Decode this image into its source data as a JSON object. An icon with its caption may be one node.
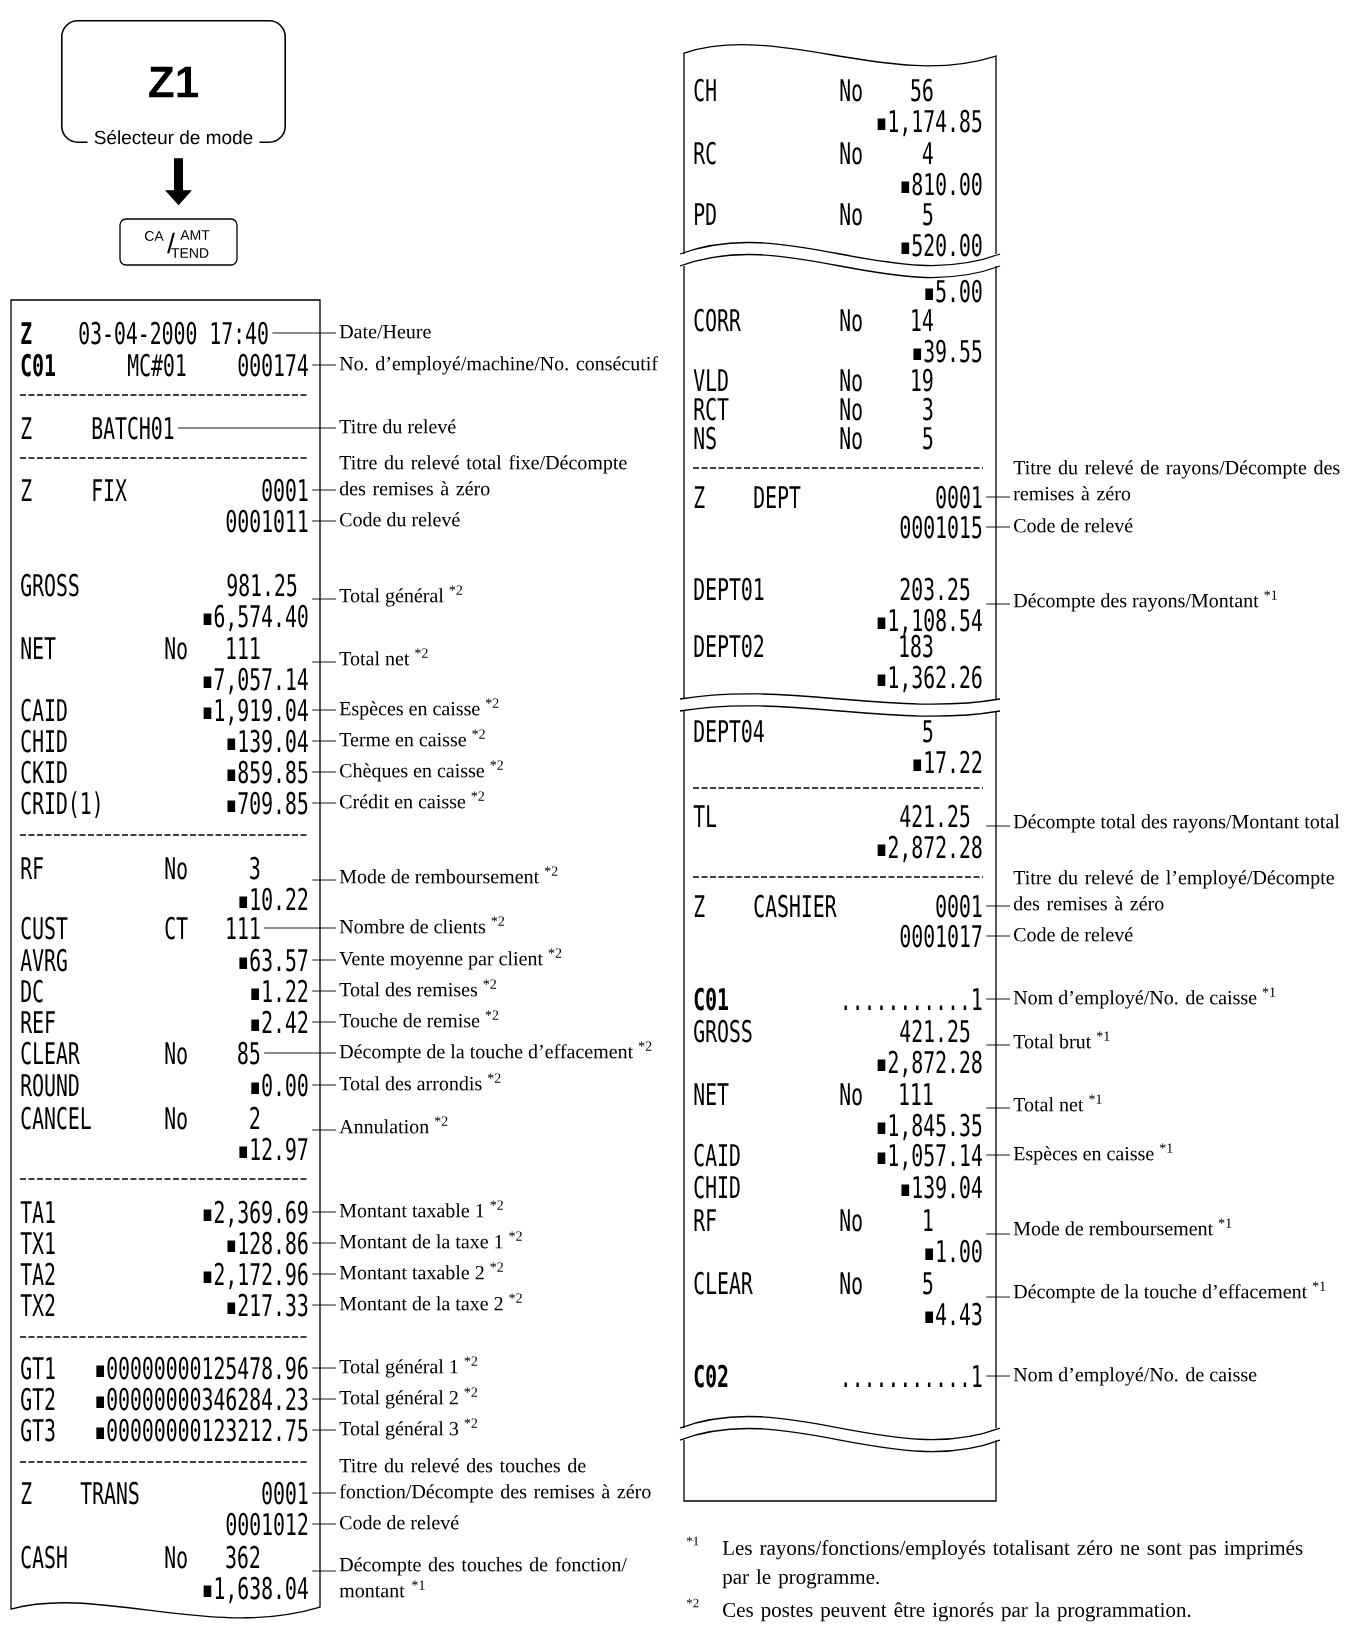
{
  "diagram": {
    "nodes": [
      {
        "text": [
          "Z1",
          "Sélecteur de mode"
        ]
      },
      {
        "text": [
          "CA",
          "/",
          "AMT",
          "TEND"
        ]
      },
      {
        "text": [],
        "shape": "box"
      },
      {
        "text": [
          "Z",
          "03-04-2000 17:40"
        ],
        "in": 2
      },
      {
        "text": [
          "Date/Heure"
        ]
      },
      {
        "text": [
          "C01",
          "MC#01",
          "000174"
        ],
        "in": 2
      },
      {
        "text": [
          "No. d’employé/machine/No. consécutif"
        ]
      },
      {
        "text": [
          "Z",
          "BATCH01"
        ],
        "in": 2
      },
      {
        "text": [
          "Titre du relevé"
        ]
      },
      {
        "text": [
          "Z",
          "FIX",
          "0001"
        ],
        "in": 2
      },
      {
        "text": [
          "Titre du relevé total fixe/Décompte des remises à zéro"
        ]
      },
      {
        "text": [
          "0001011"
        ],
        "in": 2
      },
      {
        "text": [
          "Code du relevé"
        ]
      },
      {
        "text": [
          "GROSS",
          "981.25",
          "▪6,574.40"
        ],
        "in": 2
      },
      {
        "text": [
          "Total général $^{*2}$"
        ]
      },
      {
        "text": [
          "NET",
          "No",
          "111",
          "▪7,057.14"
        ],
        "in": 2
      },
      {
        "text": [
          "Total net $^{*2}$"
        ]
      },
      {
        "text": [
          "CAID",
          "▪1,919.04"
        ],
        "in": 2
      },
      {
        "text": [
          "Espèces en caisse $^{*2}$"
        ]
      },
      {
        "text": [
          "CHID",
          "▪139.04"
        ],
        "in": 2
      },
      {
        "text": [
          "Terme en caisse $^{*2}$"
        ]
      },
      {
        "text": [
          "CKID",
          "▪859.85"
        ],
        "in": 2
      },
      {
        "text": [
          "Chèques en caisse $^{*2}$"
        ]
      },
      {
        "text": [
          "CRID(1)",
          "▪709.85"
        ],
        "in": 2
      },
      {
        "text": [
          "Crédit en caisse $^{*2}$"
        ]
      },
      {
        "text": [
          "RF",
          "No",
          "3",
          "▪10.22"
        ],
        "in": 2
      },
      {
        "text": [
          "Mode de remboursement $^{*2}$"
        ]
      },
      {
        "text": [
          "CUST",
          "CT",
          "111"
        ],
        "in": 2
      },
      {
        "text": [
          "Nombre de clients $^{*2}$"
        ]
      },
      {
        "text": [
          "AVRG",
          "▪63.57"
        ],
        "in": 2
      },
      {
        "text": [
          "Vente moyenne par client $^{*2}$"
        ]
      },
      {
        "text": [
          "DC",
          "▪1.22"
        ],
        "in": 2
      },
      {
        "text": [
          "Total des remises $^{*2}$"
        ]
      },
      {
        "text": [
          "REF",
          "▪2.42"
        ],
        "in": 2
      },
      {
        "text": [
          "Touche de remise $^{*2}$"
        ]
      },
      {
        "text": [
          "CLEAR",
          "No",
          "85"
        ],
        "in": 2
      },
      {
        "text": [
          "Décompte de la touche d’effacement $^{*2}$"
        ]
      },
      {
        "text": [
          "ROUND",
          "▪0.00"
        ],
        "in": 2
      },
      {
        "text": [
          "Total des arrondis $^{*2}$"
        ]
      },
      {
        "text": [
          "CANCEL",
          "No",
          "2",
          "▪12.97"
        ],
        "in": 2
      },
      {
        "text": [
          "Annulation $^{*2}$"
        ]
      },
      {
        "text": [
          "TA1",
          "▪2,369.69"
        ],
        "in": 2
      },
      {
        "text": [
          "Montant taxable 1 $^{*2}$"
        ]
      },
      {
        "text": [
          "TX1",
          "▪128.86"
        ],
        "in": 2
      },
      {
        "text": [
          "Montant de la taxe 1 $^{*2}$"
        ]
      },
      {
        "text": [
          "TA2",
          "▪2,172.96"
        ],
        "in": 2
      },
      {
        "text": [
          "Montant taxable 2 $^{*2}$"
        ]
      },
      {
        "text": [
          "TX2",
          "▪217.33"
        ],
        "in": 2
      },
      {
        "text": [
          "Montant de la taxe 2 $^{*2}$"
        ]
      },
      {
        "text": [
          "GT1",
          "▪00000000125478.96"
        ],
        "in": 2
      },
      {
        "text": [
          "Total général 1 $^{*2}$"
        ]
      },
      {
        "text": [
          "GT2",
          "▪00000000346284.23"
        ],
        "in": 2
      },
      {
        "text": [
          "Total général 2 $^{*2}$"
        ]
      },
      {
        "text": [
          "GT3",
          "▪00000000123212.75"
        ],
        "in": 2
      },
      {
        "text": [
          "Total général 3 $^{*2}$"
        ]
      },
      {
        "text": [
          "Z",
          "TRANS",
          "0001"
        ],
        "in": 2
      },
      {
        "text": [
          "Titre du relevé des touches de fonction/Décompte des remises à zéro"
        ]
      },
      {
        "text": [
          "0001012"
        ],
        "in": 2
      },
      {
        "text": [
          "Code de relevé"
        ]
      },
      {
        "text": [
          "CASH",
          "No",
          "362",
          "▪1,638.04"
        ],
        "in": 2
      },
      {
        "text": [
          "Décompte des touches de fonction/ montant $^{*1}$"
        ]
      },
      {
        "text": [],
        "shape": "box"
      },
      {
        "text": [
          "CH",
          "No",
          "56",
          "▪1,174.85"
        ],
        "in": 61
      },
      {
        "text": [
          "RC",
          "No",
          "4",
          "▪810.00"
        ],
        "in": 61
      },
      {
        "text": [
          "PD",
          "No",
          "5",
          "▪520.00"
        ],
        "in": 61
      },
      {
        "text": [
          "▪5.00"
        ],
        "in": 61
      },
      {
        "text": [
          "CORR",
          "No",
          "14",
          "▪39.55"
        ],
        "in": 61
      },
      {
        "text": [
          "VLD",
          "No",
          "19"
        ],
        "in": 61
      },
      {
        "text": [
          "RCT",
          "No",
          "3"
        ],
        "in": 61
      },
      {
        "text": [
          "NS",
          "No",
          "5"
        ],
        "in": 61
      },
      {
        "text": [
          "Z",
          "DEPT",
          "0001"
        ],
        "in": 61
      },
      {
        "text": [
          "Titre du relevé de rayons/Décompte des remises à zéro"
        ]
      },
      {
        "text": [
          "0001015"
        ],
        "in": 61
      },
      {
        "text": [
          "Code de relevé"
        ]
      },
      {
        "text": [
          "DEPT01",
          "203.25",
          "▪1,108.54"
        ],
        "in": 61
      },
      {
        "text": [
          "Décompte des rayons/Montant $^{*1}$"
        ]
      },
      {
        "text": [
          "DEPT02",
          "183",
          "▪1,362.26"
        ],
        "in": 61
      },
      {
        "text": [
          "DEPT04",
          "5",
          "▪17.22"
        ],
        "in": 61
      },
      {
        "text": [
          "TL",
          "421.25",
          "▪2,872.28"
        ],
        "in": 61
      },
      {
        "text": [
          "Décompte total des rayons/Montant total"
        ]
      },
      {
        "text": [
          "Z",
          "CASHIER",
          "0001"
        ],
        "in": 61
      },
      {
        "text": [
          "Titre du relevé de l’employé/Décompte des remises à zéro"
        ]
      },
      {
        "text": [
          "0001017"
        ],
        "in": 61
      },
      {
        "text": [
          "Code de relevé"
        ]
      },
      {
        "text": [
          "C01",
          "...........1"
        ],
        "in": 61
      },
      {
        "text": [
          "Nom d’employé/No. de caisse $^{*1}$"
        ]
      },
      {
        "text": [
          "GROSS",
          "421.25",
          "▪2,872.28"
        ],
        "in": 61
      },
      {
        "text": [
          "Total brut $^{*1}$"
        ]
      },
      {
        "text": [
          "NET",
          "No",
          "111",
          "▪1,845.35"
        ],
        "in": 61
      },
      {
        "text": [
          "Total net $^{*1}$"
        ]
      },
      {
        "text": [
          "CAID",
          "▪1,057.14"
        ],
        "in": 61
      },
      {
        "text": [
          "Espèces en caisse $^{*1}$"
        ]
      },
      {
        "text": [
          "CHID",
          "▪139.04"
        ],
        "in": 61
      },
      {
        "text": [
          "RF",
          "No",
          "1",
          "▪1.00"
        ],
        "in": 61
      },
      {
        "text": [
          "Mode de remboursement $^{*1}$"
        ]
      },
      {
        "text": [
          "CLEAR",
          "No",
          "5",
          "▪4.43"
        ],
        "in": 61
      },
      {
        "text": [
          "Décompte de la touche d’effacement $^{*1}$"
        ]
      },
      {
        "text": [
          "C02",
          "...........1"
        ],
        "in": 61
      },
      {
        "text": [
          "Nom d’employé/No. de caisse"
        ]
      }
    ],
    "edges": [
      {
        "from": 0,
        "to": 1,
        "arrow": "to",
        "style": "thick"
      },
      {
        "from": 4,
        "to": 3,
        "arrow": "none"
      },
      {
        "from": 6,
        "to": 5,
        "arrow": "none"
      },
      {
        "from": 8,
        "to": 7,
        "arrow": "none"
      },
      {
        "from": 10,
        "to": 9,
        "arrow": "none"
      },
      {
        "from": 12,
        "to": 11,
        "arrow": "none"
      },
      {
        "from": 14,
        "to": 13,
        "arrow": "none"
      },
      {
        "from": 16,
        "to": 15,
        "arrow": "none"
      },
      {
        "from": 18,
        "to": 17,
        "arrow": "none"
      },
      {
        "from": 20,
        "to": 19,
        "arrow": "none"
      },
      {
        "from": 22,
        "to": 21,
        "arrow": "none"
      },
      {
        "from": 24,
        "to": 23,
        "arrow": "none"
      },
      {
        "from": 26,
        "to": 25,
        "arrow": "none"
      },
      {
        "from": 28,
        "to": 27,
        "arrow": "none"
      },
      {
        "from": 30,
        "to": 29,
        "arrow": "none"
      },
      {
        "from": 32,
        "to": 31,
        "arrow": "none"
      },
      {
        "from": 34,
        "to": 33,
        "arrow": "none"
      },
      {
        "from": 36,
        "to": 35,
        "arrow": "none"
      },
      {
        "from": 38,
        "to": 37,
        "arrow": "none"
      },
      {
        "from": 40,
        "to": 39,
        "arrow": "none"
      },
      {
        "from": 42,
        "to": 41,
        "arrow": "none"
      },
      {
        "from": 44,
        "to": 43,
        "arrow": "none"
      },
      {
        "from": 46,
        "to": 45,
        "arrow": "none"
      },
      {
        "from": 48,
        "to": 47,
        "arrow": "none"
      },
      {
        "from": 50,
        "to": 49,
        "arrow": "none"
      },
      {
        "from": 52,
        "to": 51,
        "arrow": "none"
      },
      {
        "from": 54,
        "to": 53,
        "arrow": "none"
      },
      {
        "from": 56,
        "to": 55,
        "arrow": "none"
      },
      {
        "from": 58,
        "to": 57,
        "arrow": "none"
      },
      {
        "from": 60,
        "to": 59,
        "arrow": "none"
      },
      {
        "from": 71,
        "to": 70,
        "arrow": "none"
      },
      {
        "from": 73,
        "to": 72,
        "arrow": "none"
      },
      {
        "from": 75,
        "to": 74,
        "arrow": "none"
      },
      {
        "from": 79,
        "to": 78,
        "arrow": "none"
      },
      {
        "from": 81,
        "to": 80,
        "arrow": "none"
      },
      {
        "from": 83,
        "to": 82,
        "arrow": "none"
      },
      {
        "from": 85,
        "to": 84,
        "arrow": "none"
      },
      {
        "from": 87,
        "to": 86,
        "arrow": "none"
      },
      {
        "from": 89,
        "to": 88,
        "arrow": "none"
      },
      {
        "from": 91,
        "to": 90,
        "arrow": "none"
      },
      {
        "from": 94,
        "to": 93,
        "arrow": "none"
      },
      {
        "from": 96,
        "to": 95,
        "arrow": "none"
      },
      {
        "from": 98,
        "to": 97,
        "arrow": "none"
      }
    ],
    "labels": [
      "*1",
      "Les rayons/fonctions/employés totalisant zéro ne sont pas imprimés par le programme.",
      "*2",
      "Ces postes peuvent être ignorés par la programmation."
    ]
  }
}
